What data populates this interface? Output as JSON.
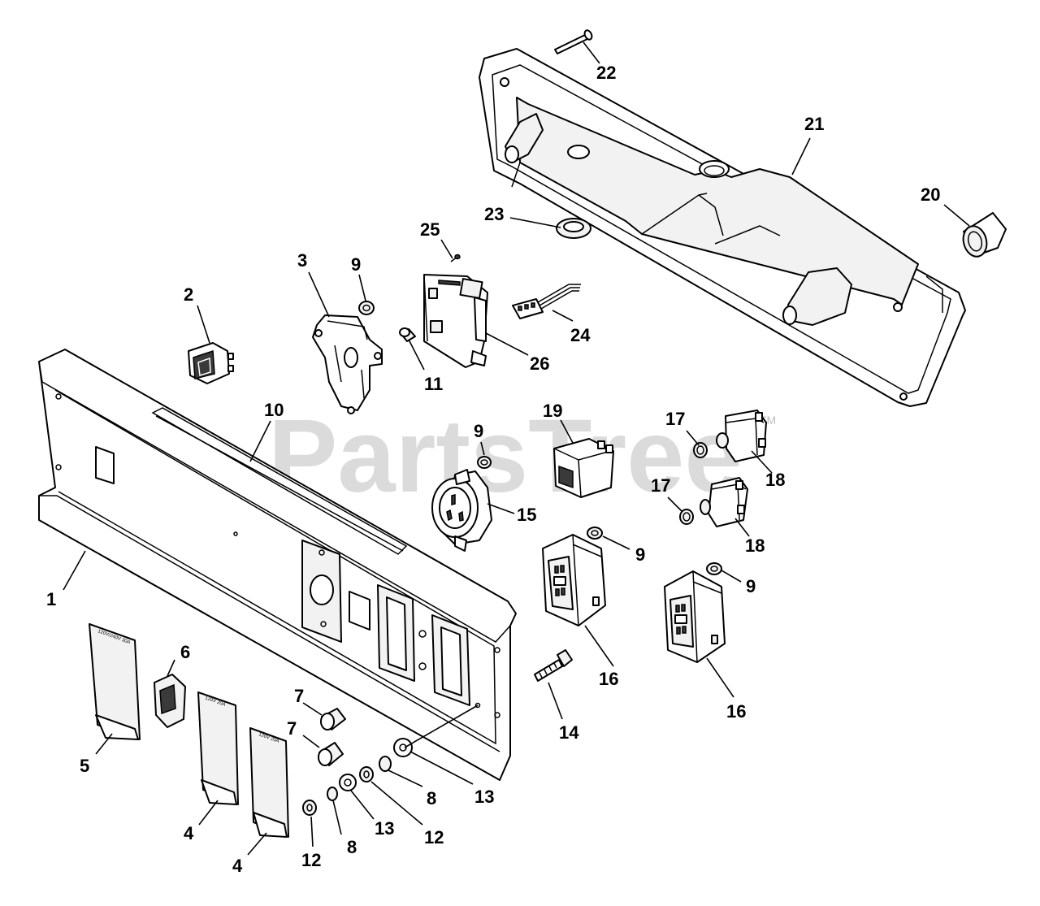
{
  "watermark": {
    "text": "PartsTree",
    "mark": "TM"
  },
  "outlet_cover_labels": {
    "cover_5": "120V/240V 30A",
    "cover_4a": "120V 20A",
    "cover_4b": "120V 20A"
  },
  "callouts": [
    "1",
    "2",
    "3",
    "4",
    "4",
    "5",
    "6",
    "7",
    "7",
    "8",
    "8",
    "9",
    "9",
    "9",
    "9",
    "10",
    "11",
    "12",
    "12",
    "13",
    "13",
    "14",
    "15",
    "16",
    "16",
    "17",
    "17",
    "18",
    "18",
    "19",
    "20",
    "21",
    "22",
    "23",
    "24",
    "25",
    "26"
  ]
}
